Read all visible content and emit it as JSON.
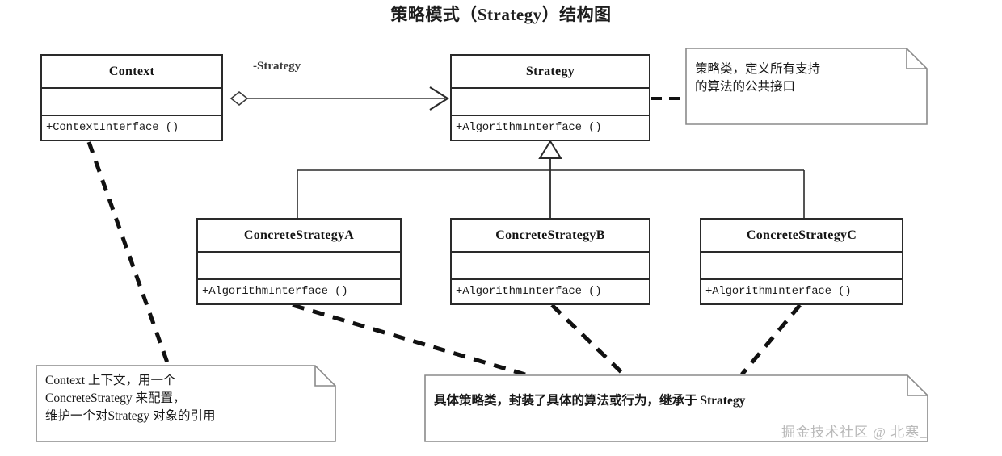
{
  "title": "策略模式（Strategy）结构图",
  "classes": [
    {
      "id": "context",
      "name": "Context",
      "attributes": "",
      "operations": "+ContextInterface ()"
    },
    {
      "id": "strategy",
      "name": "Strategy",
      "attributes": "",
      "operations": "+AlgorithmInterface ()"
    },
    {
      "id": "concrete-strategy-a",
      "name": "ConcreteStrategyA",
      "attributes": "",
      "operations": "+AlgorithmInterface ()"
    },
    {
      "id": "concrete-strategy-b",
      "name": "ConcreteStrategyB",
      "attributes": "",
      "operations": "+AlgorithmInterface ()"
    },
    {
      "id": "concrete-strategy-c",
      "name": "ConcreteStrategyC",
      "attributes": "",
      "operations": "+AlgorithmInterface ()"
    }
  ],
  "edges": {
    "aggregation_label": "-Strategy"
  },
  "notes": [
    {
      "id": "note-strategy",
      "text": "策略类，定义所有支持\n的算法的公共接口"
    },
    {
      "id": "note-context",
      "text": "Context 上下文，用一个\nConcreteStrategy 来配置，\n维护一个对Strategy 对象的引用"
    },
    {
      "id": "note-concrete",
      "text": "具体策略类，封装了具体的算法或行为，继承于 Strategy"
    }
  ],
  "watermark": "掘金技术社区 @ 北寒_",
  "colors": {
    "stroke": "#2a2a2a",
    "note_stroke": "#8a8a8a",
    "dashed": "#111111",
    "background": "#ffffff",
    "watermark": "#b9b9b9"
  }
}
